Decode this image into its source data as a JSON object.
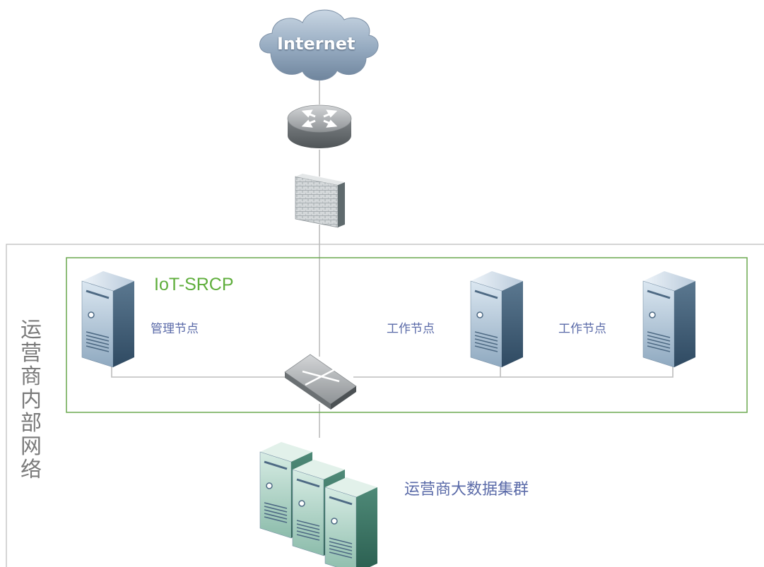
{
  "cloud": {
    "label": "Internet",
    "icon": "cloud-icon"
  },
  "devices": {
    "router": "router-icon",
    "firewall": "firewall-icon",
    "switch": "switch-icon"
  },
  "network_zone": {
    "label": "运营商内部网络"
  },
  "cluster_box": {
    "title": "IoT-SRCP",
    "nodes": [
      {
        "label": "管理节点",
        "icon": "server-icon"
      },
      {
        "label": "工作节点",
        "icon": "server-icon"
      },
      {
        "label": "工作节点",
        "icon": "server-icon"
      }
    ]
  },
  "bigdata": {
    "label": "运营商大数据集群",
    "icon": "server-cluster-icon"
  },
  "colors": {
    "product_green": "#5fae3c",
    "label_blue": "#5a6aa8",
    "zone_gray": "#bbbbbb",
    "line_gray": "#bdbdbd"
  }
}
